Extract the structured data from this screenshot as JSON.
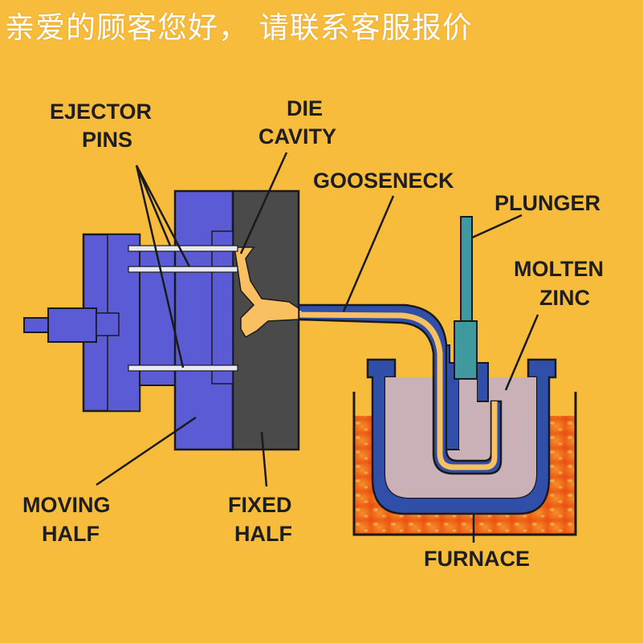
{
  "banner": {
    "text": "亲爱的顾客您好，  请联系客服报价"
  },
  "labels": {
    "ejector_pins": [
      "EJECTOR",
      "PINS"
    ],
    "die_cavity": [
      "DIE",
      "CAVITY"
    ],
    "gooseneck": [
      "GOOSENECK"
    ],
    "plunger": [
      "PLUNGER"
    ],
    "molten_zinc": [
      "MOLTEN",
      "ZINC"
    ],
    "moving_half": [
      "MOVING",
      "HALF"
    ],
    "fixed_half": [
      "FIXED",
      "HALF"
    ],
    "furnace": [
      "FURNACE"
    ]
  },
  "colors": {
    "background": "#f8bc3c",
    "moving_half": "#5b5bd6",
    "fixed_half": "#4a4a4a",
    "gooseneck": "#2f4fa8",
    "molten_metal": "#f8c060",
    "zinc": "#c9b1b7",
    "plunger": "#3f9aa0",
    "furnace_fire": "#f06018",
    "outline": "#1a1a1a"
  }
}
